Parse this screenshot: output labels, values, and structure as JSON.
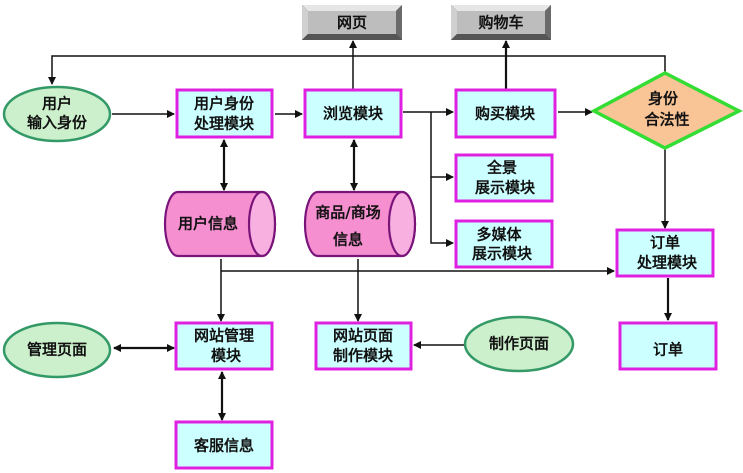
{
  "diagram": {
    "nodes": {
      "user_input": [
        "用户",
        "输入身份"
      ],
      "user_identity_module": [
        "用户身份",
        "处理模块"
      ],
      "browse_module": [
        "浏览模块"
      ],
      "purchase_module": [
        "购买模块"
      ],
      "identity_check": [
        "身份",
        "合法性"
      ],
      "webpage": [
        "网页"
      ],
      "shopping_cart": [
        "购物车"
      ],
      "user_info": [
        "用户信息"
      ],
      "goods_info": [
        "商品/商场",
        "信息"
      ],
      "panorama_module": [
        "全景",
        "展示模块"
      ],
      "multimedia_module": [
        "多媒体",
        "展示模块"
      ],
      "order_module": [
        "订单",
        "处理模块"
      ],
      "admin_page": [
        "管理页面"
      ],
      "site_admin_module": [
        "网站管理",
        "模块"
      ],
      "page_making_module": [
        "网站页面",
        "制作模块"
      ],
      "make_page": [
        "制作页面"
      ],
      "order": [
        "订单"
      ],
      "customer_service_info": [
        "客服信息"
      ]
    },
    "edges": [
      {
        "from": "user_input",
        "to": "user_identity_module"
      },
      {
        "from": "user_identity_module",
        "to": "browse_module"
      },
      {
        "from": "browse_module",
        "to": "purchase_module"
      },
      {
        "from": "browse_module",
        "to": "panorama_module"
      },
      {
        "from": "browse_module",
        "to": "multimedia_module"
      },
      {
        "from": "purchase_module",
        "to": "identity_check"
      },
      {
        "from": "browse_module",
        "to": "webpage"
      },
      {
        "from": "purchase_module",
        "to": "shopping_cart"
      },
      {
        "from": "identity_check",
        "to": "user_input"
      },
      {
        "from": "identity_check",
        "to": "order_module"
      },
      {
        "from": "user_identity_module",
        "to": "user_info",
        "bidirectional": true
      },
      {
        "from": "browse_module",
        "to": "goods_info",
        "bidirectional": true
      },
      {
        "from": "user_info",
        "to": "site_admin_module"
      },
      {
        "from": "user_info",
        "to": "order_module"
      },
      {
        "from": "goods_info",
        "to": "page_making_module"
      },
      {
        "from": "order_module",
        "to": "order"
      },
      {
        "from": "site_admin_module",
        "to": "admin_page",
        "bidirectional": true
      },
      {
        "from": "site_admin_module",
        "to": "customer_service_info",
        "bidirectional": true
      },
      {
        "from": "make_page",
        "to": "page_making_module"
      }
    ]
  }
}
